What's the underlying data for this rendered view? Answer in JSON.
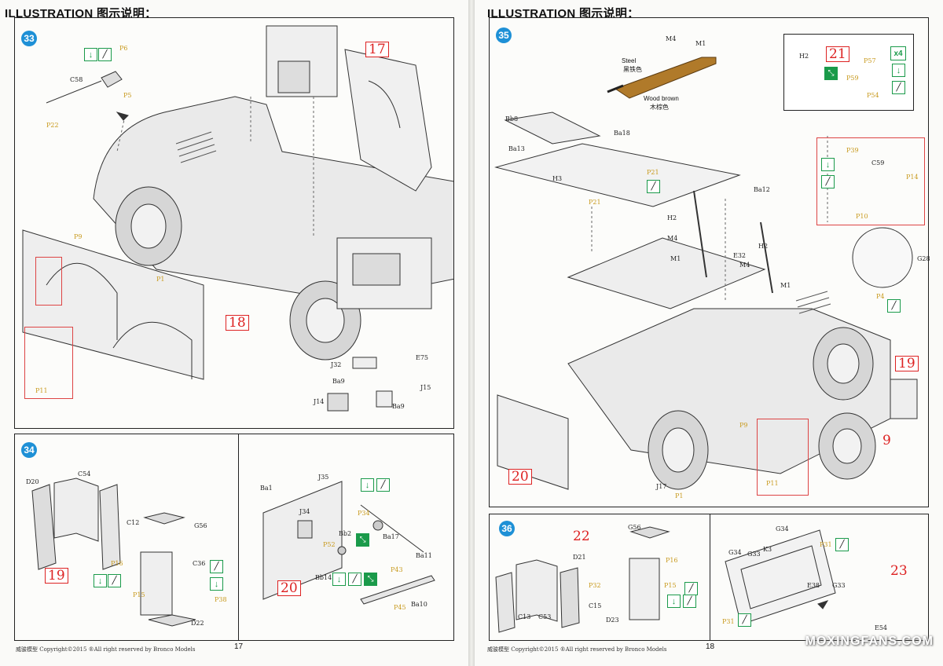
{
  "header": {
    "title": "ILLUSTRATION 图示说明："
  },
  "steps": {
    "s33": "33",
    "s34": "34",
    "s35": "35",
    "s36": "36"
  },
  "refs": {
    "r17": "17",
    "r18": "18",
    "r19a": "19",
    "r20a": "20",
    "r20b": "20",
    "r21": "21",
    "r19b": "19",
    "r9": "9",
    "r22": "22",
    "r23": "23"
  },
  "parts33": {
    "C58": "C58",
    "P6": "P6",
    "P5": "P5",
    "P22": "P22",
    "P9": "P9",
    "P1": "P1",
    "P11": "P11",
    "J32": "J32",
    "E75": "E75",
    "Ba9a": "Ba9",
    "J15": "J15",
    "J14": "J14",
    "Ba9b": "Ba9"
  },
  "parts34a": {
    "D20": "D20",
    "C54": "C54",
    "C12": "C12",
    "G56": "G56",
    "P16": "P16",
    "C36": "C36",
    "P15": "P15",
    "P38": "P38",
    "D22": "D22"
  },
  "parts34b": {
    "Ba1": "Ba1",
    "J35": "J35",
    "P34": "P34",
    "J34": "J34",
    "Bb2": "Bb2",
    "Ba17": "Ba17",
    "P52": "P52",
    "Ba11": "Ba11",
    "Bb14": "Bb14",
    "P43": "P43",
    "P45": "P45",
    "Ba10": "Ba10"
  },
  "parts35": {
    "M4a": "M4",
    "M1a": "M1",
    "Bb8": "Bb8",
    "Ba18": "Ba18",
    "Ba13": "Ba13",
    "P21a": "P21",
    "H3": "H3",
    "P21b": "P21",
    "Ba12": "Ba12",
    "H2a": "H2",
    "M4b": "M4",
    "M1b": "M1",
    "E32": "E32",
    "H2b": "H2",
    "M4c": "M4",
    "M1c": "M1",
    "P9": "P9",
    "P1": "P1",
    "J17": "J17",
    "P11": "P11",
    "G28": "G28",
    "P4": "P4",
    "H2c": "H2",
    "P57": "P57",
    "P59": "P59",
    "P54": "P54",
    "P39": "P39",
    "C59": "C59",
    "P14": "P14",
    "P10": "P10"
  },
  "paint35": {
    "steel_en": "Steel",
    "steel_cn": "黑铁色",
    "wood_en": "Wood brown",
    "wood_cn": "木棕色"
  },
  "badge35": "x4",
  "parts36": {
    "G56": "G56",
    "D21": "D21",
    "P16": "P16",
    "P32": "P32",
    "P15": "P15",
    "C15": "C15",
    "D23": "D23",
    "C13": "C13",
    "C53": "C53",
    "G34a": "G34",
    "G34b": "G34",
    "G33a": "G33",
    "K3": "K3",
    "P31a": "P31",
    "E38": "E38",
    "G33b": "G33",
    "P31b": "P31",
    "E54": "E54"
  },
  "footer": {
    "left": "威骏模型  Copyright©2015  ®All right reserved by Bronco Models",
    "right": "威骏模型  Copyright©2015  ®All right reserved by Bronco Models",
    "page_left": "17",
    "page_right": "18"
  },
  "watermark": "MOXINGFANS.COM",
  "colors": {
    "step_blue": "#1e90d6",
    "ref_red": "#d22",
    "icon_green": "#1a9a4a",
    "part_gold": "#c89a1e"
  }
}
